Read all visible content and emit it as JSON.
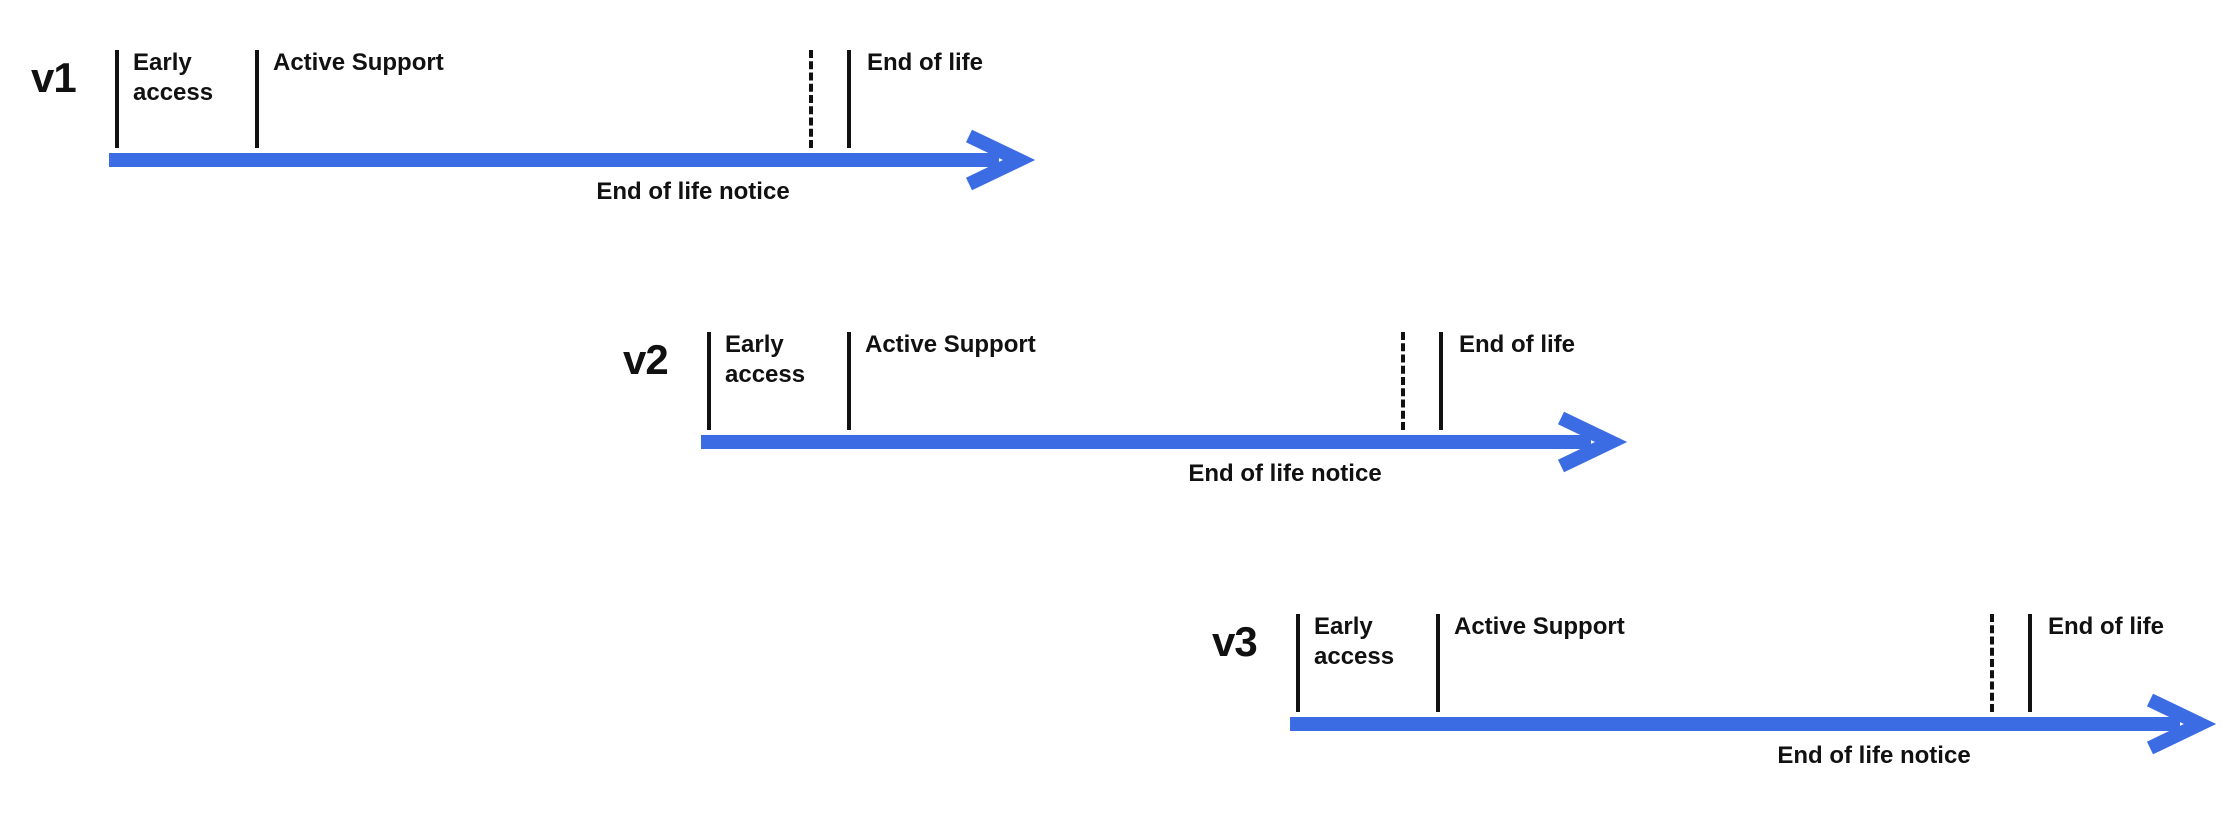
{
  "diagram": {
    "accent_color": "#3B6CE3",
    "text_color": "#111111",
    "timelines": [
      {
        "version": "v1",
        "phases": {
          "early_access": "Early access",
          "active_support": "Active Support",
          "end_of_life": "End of life"
        },
        "notice": "End of life notice"
      },
      {
        "version": "v2",
        "phases": {
          "early_access": "Early access",
          "active_support": "Active Support",
          "end_of_life": "End of life"
        },
        "notice": "End of life notice"
      },
      {
        "version": "v3",
        "phases": {
          "early_access": "Early access",
          "active_support": "Active Support",
          "end_of_life": "End of life"
        },
        "notice": "End of life notice"
      }
    ]
  }
}
